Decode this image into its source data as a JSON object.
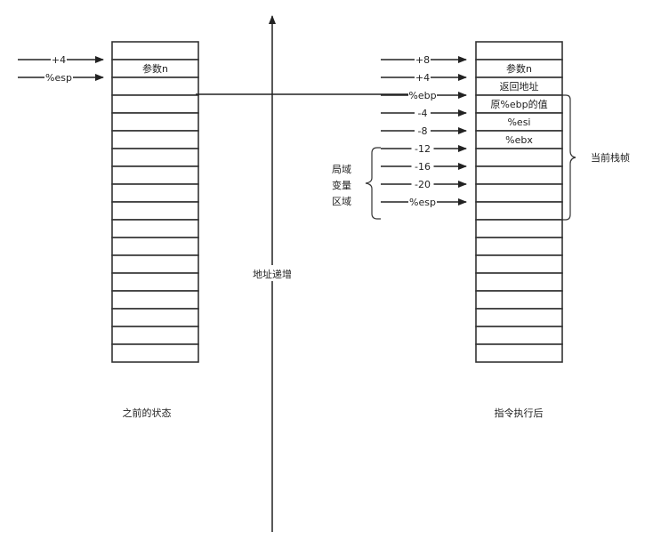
{
  "left_stack": {
    "caption": "之前的状态",
    "cells": [
      "",
      "参数n",
      "",
      "",
      "",
      "",
      "",
      "",
      "",
      "",
      "",
      "",
      "",
      "",
      "",
      "",
      "",
      ""
    ],
    "pointers": [
      {
        "label": "+4",
        "row": 1
      },
      {
        "label": "%esp",
        "row": 2
      }
    ]
  },
  "axis": {
    "label": "地址递增"
  },
  "right_stack": {
    "caption": "指令执行后",
    "cells": [
      "",
      "参数n",
      "返回地址",
      "原%ebp的值",
      "%esi",
      "%ebx",
      "",
      "",
      "",
      "",
      "",
      "",
      "",
      "",
      "",
      "",
      "",
      ""
    ],
    "pointers": [
      {
        "label": "+8",
        "row": 1
      },
      {
        "label": "+4",
        "row": 2
      },
      {
        "label": "%ebp",
        "row": 3
      },
      {
        "label": "-4",
        "row": 4
      },
      {
        "label": "-8",
        "row": 5
      },
      {
        "label": "-12",
        "row": 6
      },
      {
        "label": "-16",
        "row": 7
      },
      {
        "label": "-20",
        "row": 8
      },
      {
        "label": "%esp",
        "row": 9
      }
    ],
    "frame_label": "当前栈帧",
    "local_label": [
      "局域",
      "变量",
      "区域"
    ]
  }
}
